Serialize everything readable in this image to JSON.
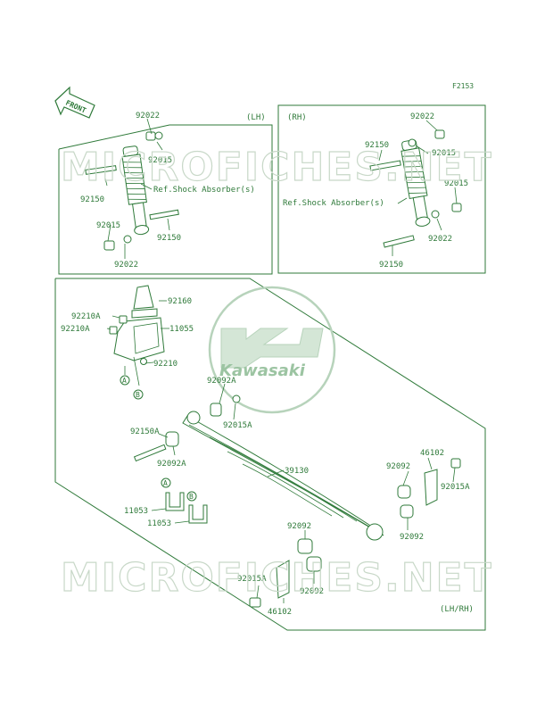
{
  "figure_code": "F2153",
  "front_label": "FRONT",
  "watermark_text": "MICROFICHES.NET",
  "logo_text": "Kawasaki",
  "panels": {
    "lh_top": {
      "side": "(LH)",
      "ref": "Ref.Shock Absorber(s)"
    },
    "rh_top": {
      "side": "(RH)",
      "ref": "Ref.Shock Absorber(s)"
    },
    "bottom": {
      "side": "(LH/RH)"
    }
  },
  "callouts": {
    "lh_92022_top": "92022",
    "lh_92015_top": "92015",
    "lh_92150_left": "92150",
    "lh_92015_bot": "92015",
    "lh_92022_bot": "92022",
    "lh_92150_right": "92150",
    "rh_92022_top": "92022",
    "rh_92150_top": "92150",
    "rh_92015_top": "92015",
    "rh_92015_mid": "92015",
    "rh_92022_bot": "92022",
    "rh_92150_bot": "92150",
    "b_92210A_1": "92210A",
    "b_92210A_2": "92210A",
    "b_92160": "92160",
    "b_11055": "11055",
    "b_92210": "92210",
    "b_A_1": "A",
    "b_B_1": "B",
    "b_92092A_top": "92092A",
    "b_92015A_top": "92015A",
    "b_92150A": "92150A",
    "b_92092A_left": "92092A",
    "b_39130": "39130",
    "b_46102_right": "46102",
    "b_92092_right_top": "92092",
    "b_92015A_right": "92015A",
    "b_92092_right_bot": "92092",
    "b_A_2": "A",
    "b_B_2": "B",
    "b_11053_1": "11053",
    "b_11053_2": "11053",
    "b_92092_mid": "92092",
    "b_92015A_left": "92015A",
    "b_92092_low": "92092",
    "b_46102_bot": "46102"
  },
  "colors": {
    "line": "#2f7a3a",
    "watermark": "#c8d8c8",
    "logo": "#b7d3bb"
  }
}
